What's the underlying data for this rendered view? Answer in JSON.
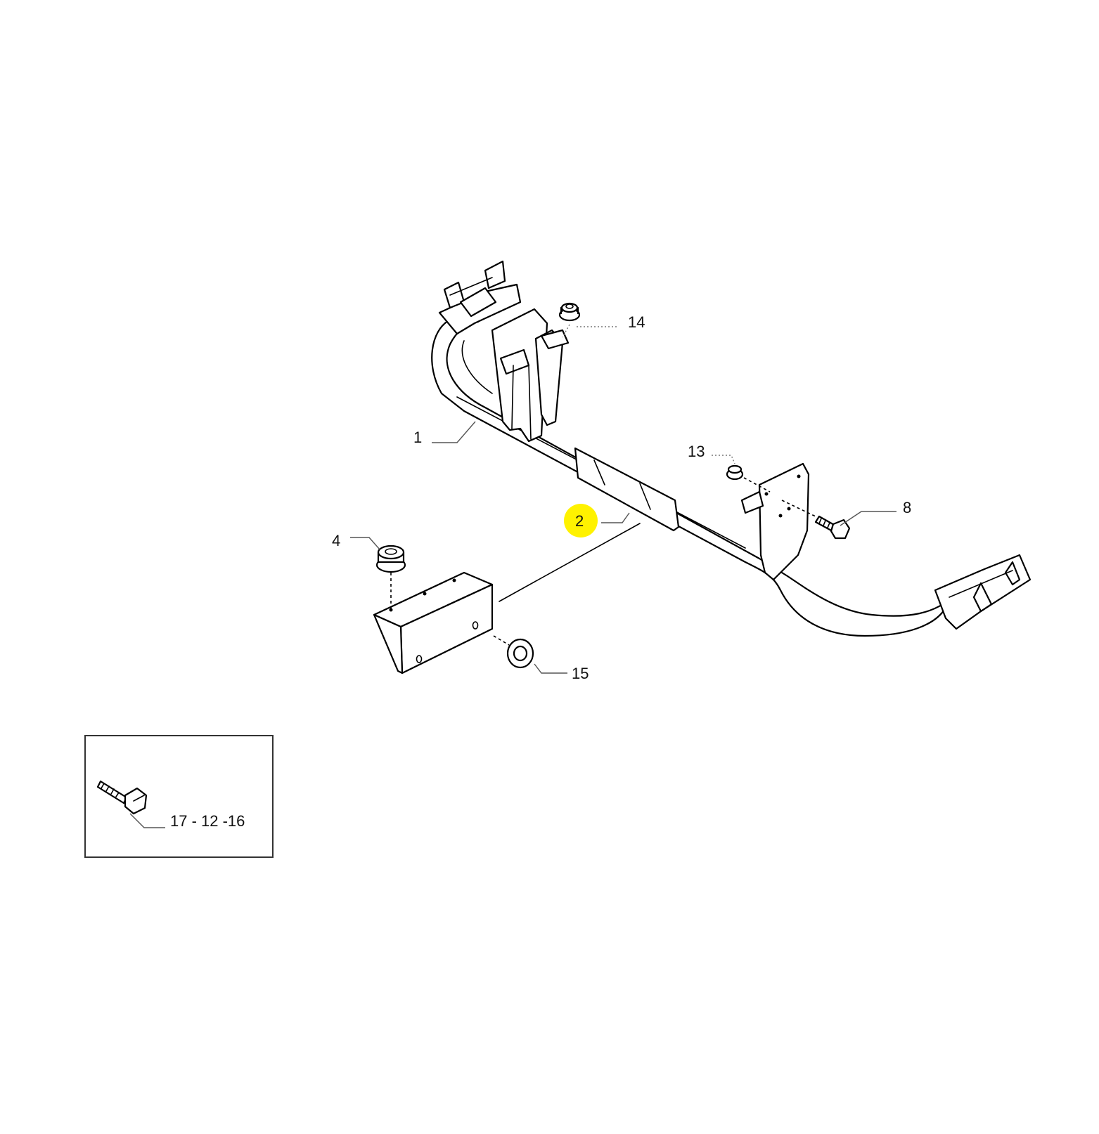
{
  "highlight_color": "#fff200",
  "callouts": {
    "c1": "1",
    "c2": "2",
    "c4": "4",
    "c8": "8",
    "c13": "13",
    "c14": "14",
    "c15": "15"
  },
  "inset": {
    "label": "17 - 12 -16"
  },
  "icons": {
    "frame": "crossbar-frame-icon",
    "bracket": "angle-bracket-icon",
    "nut": "flange-nut-icon",
    "washer": "washer-icon",
    "bolt": "bolt-icon"
  }
}
